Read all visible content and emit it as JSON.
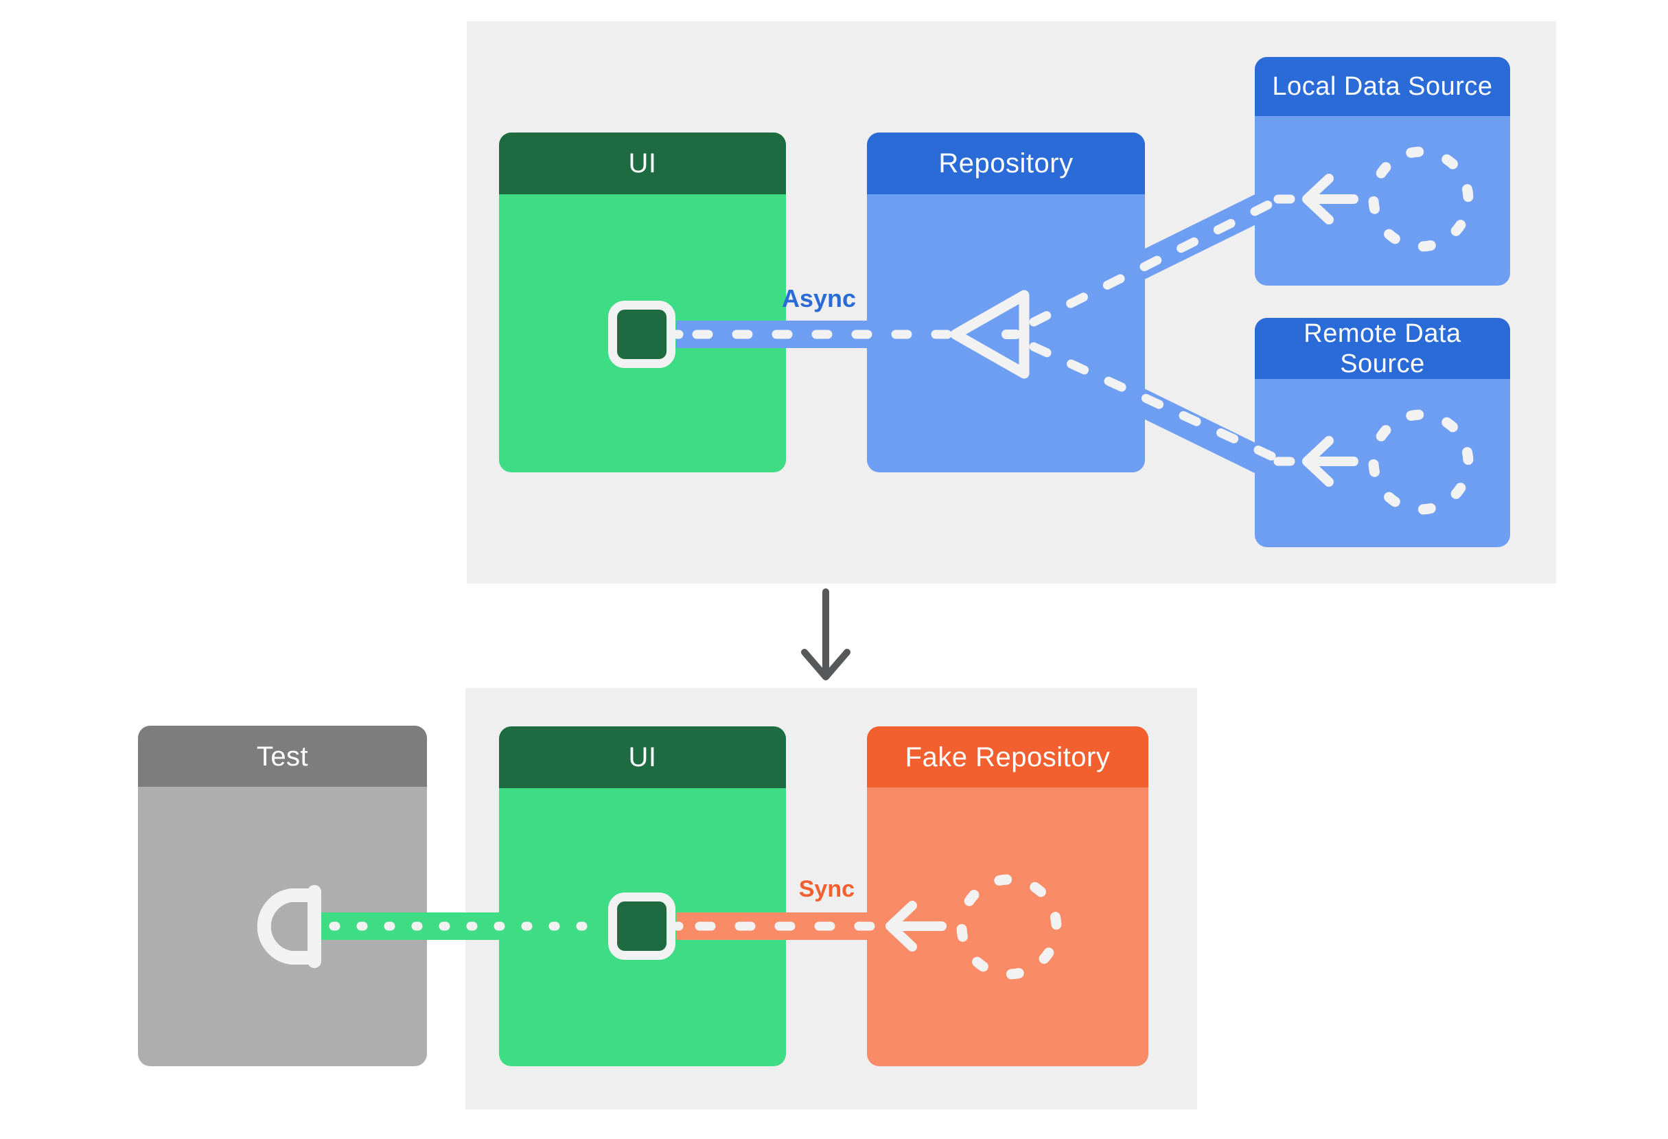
{
  "colors": {
    "android_green": "#3edc85",
    "android_green_dark": "#1e6b42",
    "blue": "#2b6bd7",
    "blue_light": "#6e9ef1",
    "orange": "#f2602f",
    "orange_light": "#f98b66",
    "gray": "#7d7d7d",
    "gray_light": "#aeaeae",
    "panel_bg": "#efefef",
    "connector_white": "#f2f2f2",
    "arrow_dark": "#57585a",
    "title_text": "#ffffff"
  },
  "top_flow": {
    "ui": {
      "title": "UI"
    },
    "repository": {
      "title": "Repository"
    },
    "local_data_source": {
      "title": "Local Data Source"
    },
    "remote_data_source": {
      "title": "Remote Data Source"
    },
    "connection_label": "Async"
  },
  "bottom_flow": {
    "test": {
      "title": "Test"
    },
    "ui": {
      "title": "UI"
    },
    "fake_repository": {
      "title": "Fake Repository"
    },
    "connection_label": "Sync"
  }
}
